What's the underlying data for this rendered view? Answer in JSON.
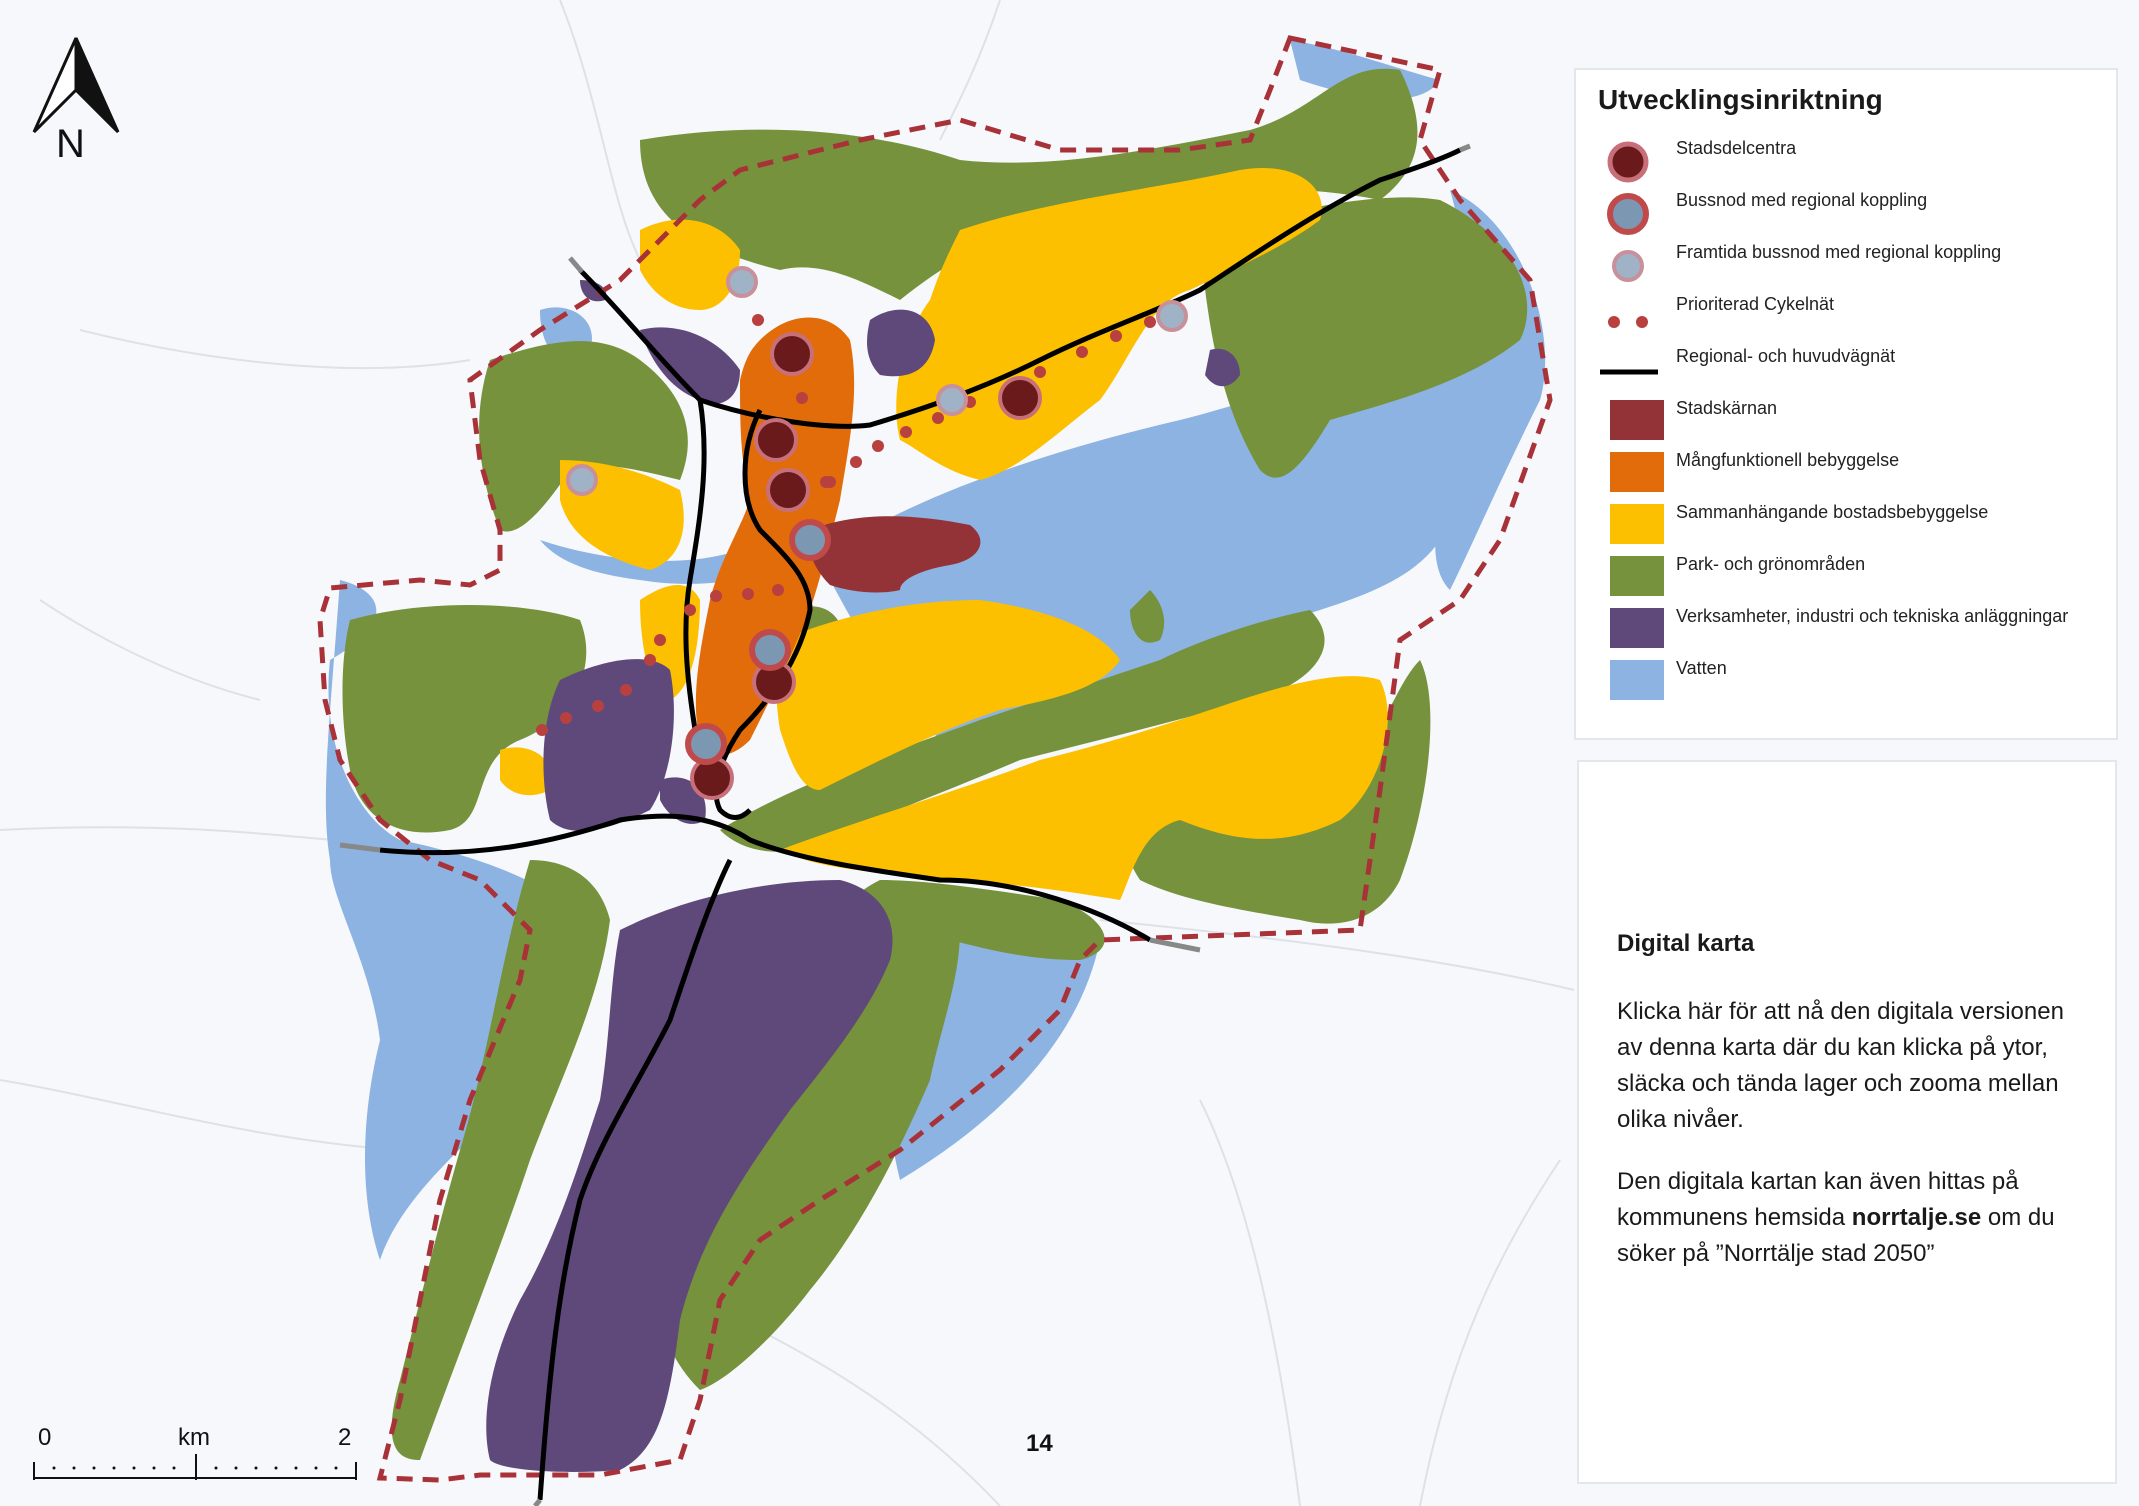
{
  "north": {
    "label": "N"
  },
  "legend": {
    "title": "Utvecklingsinriktning",
    "items": [
      {
        "label": "Stadsdelcentra",
        "symbol": "stadsdelcentra-icon",
        "color": "#6b1a1c"
      },
      {
        "label": "Bussnod med regional koppling",
        "symbol": "bussnod-icon",
        "color": "#7c97b2"
      },
      {
        "label": "Framtida bussnod med regional koppling",
        "symbol": "framtida-bussnod-icon",
        "color": "#9fb2c6"
      },
      {
        "label": "Prioriterad Cykelnät",
        "symbol": "cykelnat-icon",
        "color": "#b8403f"
      },
      {
        "label": "Regional- och huvudvägnät",
        "symbol": "vagnat-icon",
        "color": "#000000"
      },
      {
        "label": "Stadskärnan",
        "symbol": "swatch",
        "color": "#933337"
      },
      {
        "label": "Mångfunktionell bebyggelse",
        "symbol": "swatch",
        "color": "#e36c0a"
      },
      {
        "label": "Sammanhängande bostadsbebyggelse",
        "symbol": "swatch",
        "color": "#fcc000"
      },
      {
        "label": "Park- och grönområden",
        "symbol": "swatch",
        "color": "#76923c"
      },
      {
        "label": "Verksamheter, industri och tekniska anläggningar",
        "symbol": "swatch",
        "color": "#5f497a"
      },
      {
        "label": "Vatten",
        "symbol": "swatch",
        "color": "#8db3e2"
      }
    ]
  },
  "info": {
    "heading": "Digital karta",
    "paragraph1": "Klicka här för att nå den digitala versionen av denna karta där du kan klicka på ytor, släcka och tända lager och zooma mellan olika nivåer.",
    "paragraph2_before": "Den digitala kartan kan även hittas på kommunens hemsida ",
    "paragraph2_link": "norrtalje.se",
    "paragraph2_after": " om du söker på ”Norrtälje stad 2050”"
  },
  "scale": {
    "start": "0",
    "unit": "km",
    "end": "2"
  },
  "page_number": "14",
  "colors": {
    "boundary": "#a83238",
    "road": "#000000",
    "background": "#f6f8fb"
  }
}
